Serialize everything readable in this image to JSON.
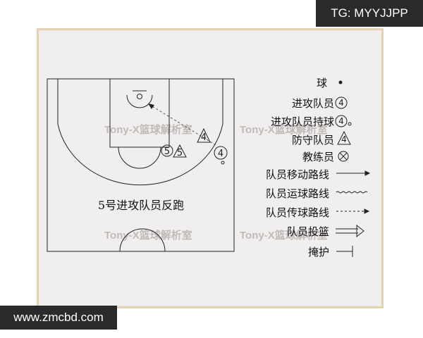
{
  "watermarks": {
    "tg": "TG: MYYJJPP",
    "site": "www.zmcbd.com",
    "studio": "Tony-X篮球解析室"
  },
  "court": {
    "caption": "5号进攻队员反跑",
    "players": [
      {
        "number": "4",
        "role": "offense"
      },
      {
        "number": "5",
        "role": "offense"
      },
      {
        "number": "5",
        "role": "defense"
      },
      {
        "number": "4",
        "role": "defense"
      }
    ]
  },
  "legend": {
    "items": [
      {
        "label": "球",
        "symbol": "ball"
      },
      {
        "label": "进攻队员",
        "symbol": "offense-player",
        "number": "4"
      },
      {
        "label": "进攻队员持球",
        "symbol": "offense-player-with-ball",
        "number": "4"
      },
      {
        "label": "防守队员",
        "symbol": "defense-player",
        "number": "4"
      },
      {
        "label": "教练员",
        "symbol": "coach"
      },
      {
        "label": "队员移动路线",
        "symbol": "move-line"
      },
      {
        "label": "队员运球路线",
        "symbol": "dribble-line"
      },
      {
        "label": "队员传球路线",
        "symbol": "pass-line"
      },
      {
        "label": "队员投篮",
        "symbol": "shot-arrow"
      },
      {
        "label": "掩护",
        "symbol": "screen"
      }
    ]
  },
  "colors": {
    "panel": "#f1eeee",
    "border": "#e3d2b6",
    "line": "#222222",
    "watermark": "#bdb4b4"
  }
}
